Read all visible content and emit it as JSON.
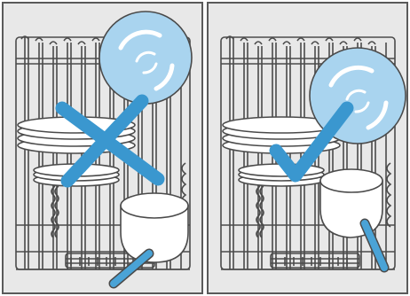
{
  "panels": [
    {
      "id": "left",
      "verdict": "incorrect",
      "symbol": "cross-icon"
    },
    {
      "id": "right",
      "verdict": "correct",
      "symbol": "check-icon"
    }
  ],
  "colors": {
    "background": "#e8e8e8",
    "wire": "#4a4a4a",
    "frame": "#5a5a5a",
    "symbol_blue": "#3a97cf",
    "plate_blue": "#a9d4ef",
    "handle_blue": "#4aa3d6",
    "white": "#ffffff"
  }
}
